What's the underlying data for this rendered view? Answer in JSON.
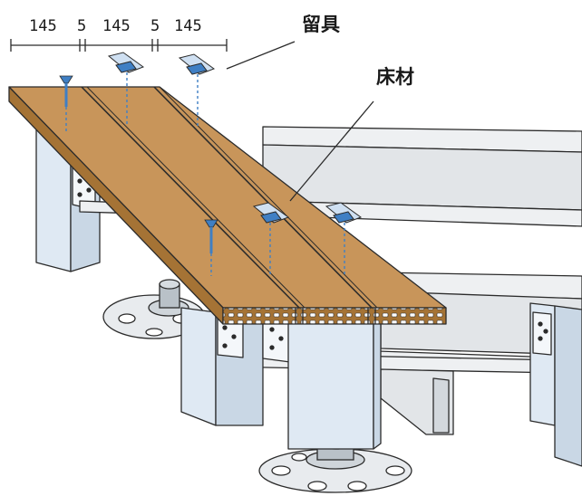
{
  "dimensions": [
    "145",
    "5",
    "145",
    "5",
    "145"
  ],
  "labels": {
    "fastener": "留具",
    "flooring": "床材"
  },
  "colors": {
    "board_top": "#c8955a",
    "board_edge": "#a57335",
    "post": "#dfe9f3",
    "beam": "#e9ecef",
    "fastener": "#3f7fc4",
    "outline": "#2b2b2b"
  }
}
